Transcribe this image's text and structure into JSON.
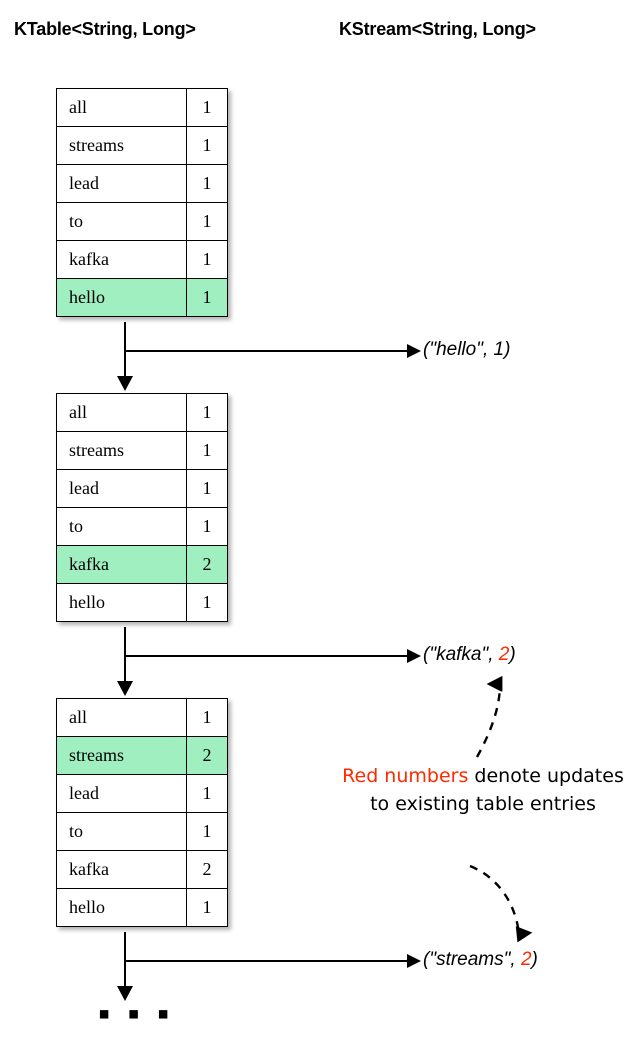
{
  "headings": {
    "ktable": "KTable<String, Long>",
    "kstream": "KStream<String, Long>"
  },
  "tables": [
    {
      "name": "ktable-state-1",
      "rows": [
        {
          "key": "all",
          "value": "1",
          "highlighted": false,
          "updated": false
        },
        {
          "key": "streams",
          "value": "1",
          "highlighted": false,
          "updated": false
        },
        {
          "key": "lead",
          "value": "1",
          "highlighted": false,
          "updated": false
        },
        {
          "key": "to",
          "value": "1",
          "highlighted": false,
          "updated": false
        },
        {
          "key": "kafka",
          "value": "1",
          "highlighted": false,
          "updated": false
        },
        {
          "key": "hello",
          "value": "1",
          "highlighted": true,
          "updated": false
        }
      ]
    },
    {
      "name": "ktable-state-2",
      "rows": [
        {
          "key": "all",
          "value": "1",
          "highlighted": false,
          "updated": false
        },
        {
          "key": "streams",
          "value": "1",
          "highlighted": false,
          "updated": false
        },
        {
          "key": "lead",
          "value": "1",
          "highlighted": false,
          "updated": false
        },
        {
          "key": "to",
          "value": "1",
          "highlighted": false,
          "updated": false
        },
        {
          "key": "kafka",
          "value": "2",
          "highlighted": true,
          "updated": true
        },
        {
          "key": "hello",
          "value": "1",
          "highlighted": false,
          "updated": false
        }
      ]
    },
    {
      "name": "ktable-state-3",
      "rows": [
        {
          "key": "all",
          "value": "1",
          "highlighted": false,
          "updated": false
        },
        {
          "key": "streams",
          "value": "2",
          "highlighted": true,
          "updated": true
        },
        {
          "key": "lead",
          "value": "1",
          "highlighted": false,
          "updated": false
        },
        {
          "key": "to",
          "value": "1",
          "highlighted": false,
          "updated": false
        },
        {
          "key": "kafka",
          "value": "2",
          "highlighted": false,
          "updated": false
        },
        {
          "key": "hello",
          "value": "1",
          "highlighted": false,
          "updated": false
        }
      ]
    }
  ],
  "stream_records": [
    {
      "name": "stream-record-hello",
      "prefix": "(\"hello\", ",
      "value": "1",
      "suffix": ")",
      "updated": false
    },
    {
      "name": "stream-record-kafka",
      "prefix": "(\"kafka\", ",
      "value": "2",
      "suffix": ")",
      "updated": true
    },
    {
      "name": "stream-record-streams",
      "prefix": "(\"streams\", ",
      "value": "2",
      "suffix": ")",
      "updated": true
    }
  ],
  "annotation": {
    "highlight": "Red numbers",
    "rest": " denote updates to existing table entries"
  },
  "continuation": "▪ ▪ ▪",
  "colors": {
    "highlight_green": "#9FEFC1",
    "updated_red": "#FF2A00",
    "line_black": "#000000",
    "background": "#FFFFFF"
  }
}
